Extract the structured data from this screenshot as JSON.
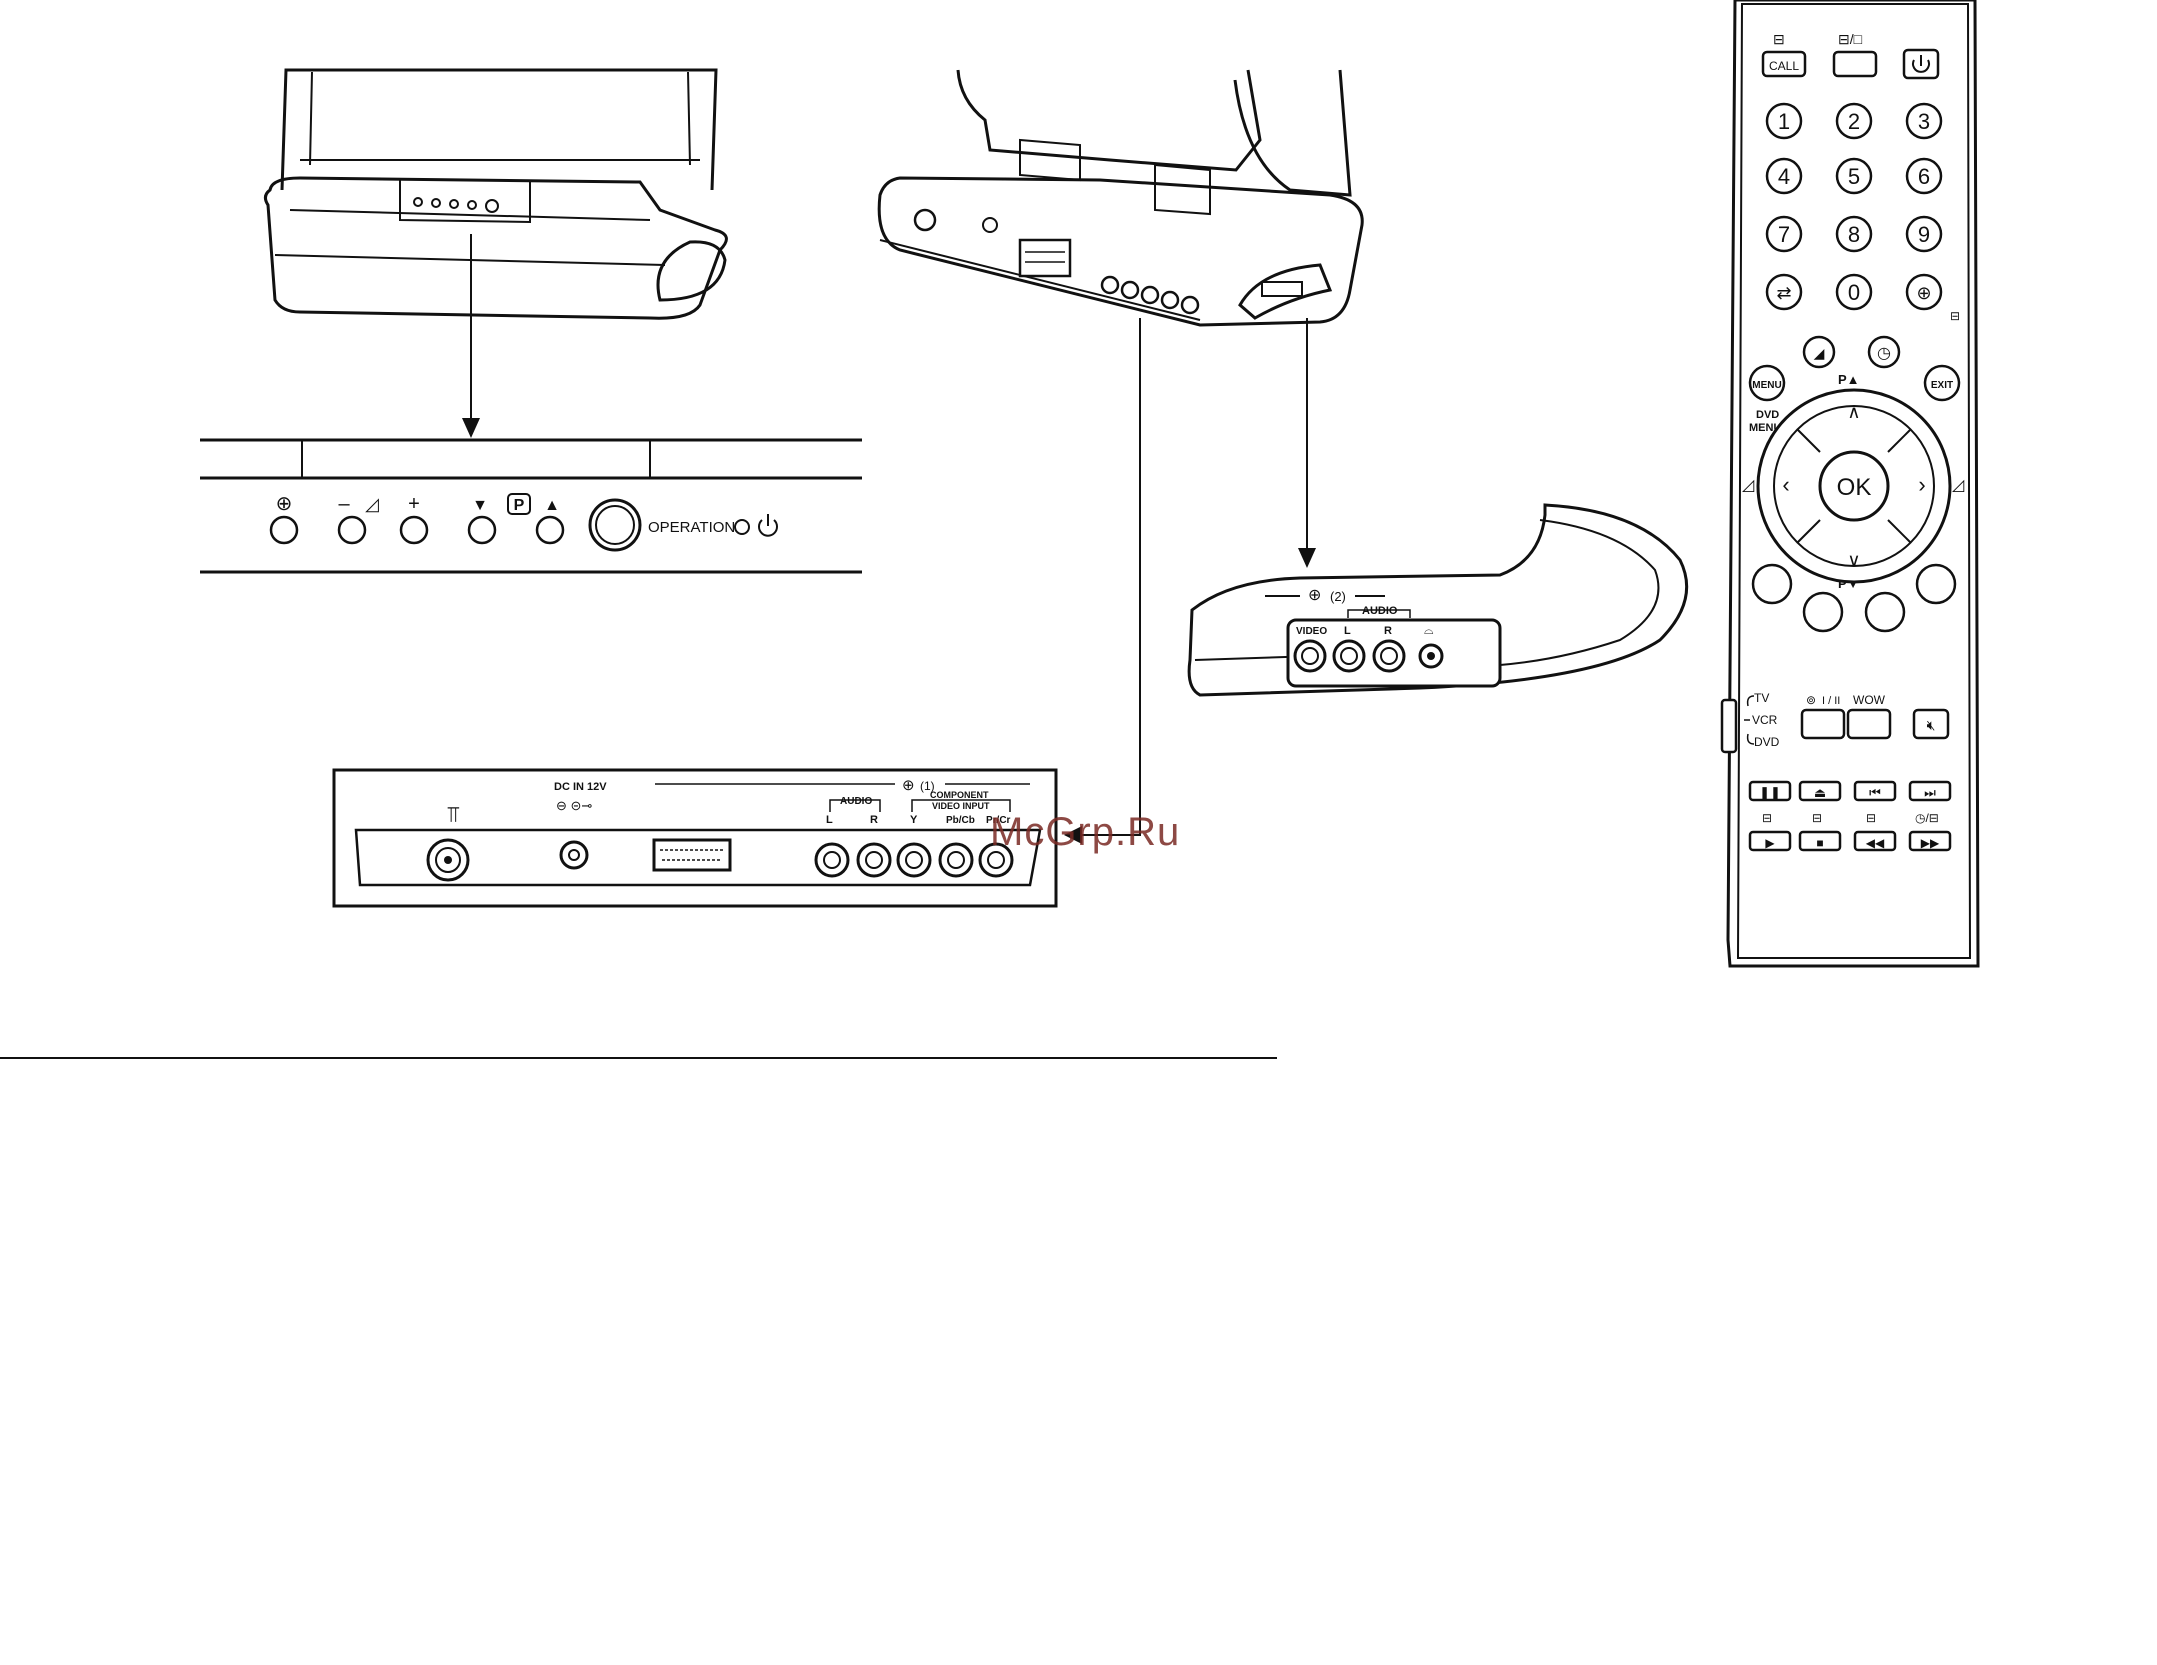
{
  "watermark": "McGrp.Ru",
  "front_panel": {
    "operation_label": "OPERATION",
    "buttons": [
      {
        "icon": "input-source-icon",
        "glyph": "⊕"
      },
      {
        "icon": "volume-down-icon",
        "glyph": "–"
      },
      {
        "icon": "volume-ramp-icon",
        "glyph": "◿"
      },
      {
        "icon": "volume-up-icon",
        "glyph": "+"
      },
      {
        "icon": "program-down-icon",
        "glyph": "▼"
      },
      {
        "icon": "program-P-icon",
        "glyph": "P"
      },
      {
        "icon": "program-up-icon",
        "glyph": "▲"
      }
    ]
  },
  "side_panel": {
    "input_label": "(2)",
    "audio_label": "AUDIO",
    "video_label": "VIDEO",
    "left_label": "L",
    "right_label": "R"
  },
  "rear_panel": {
    "dc_label": "DC IN 12V",
    "input_label": "(1)",
    "audio_label": "AUDIO",
    "component_label_1": "COMPONENT",
    "component_label_2": "VIDEO INPUT",
    "l_label": "L",
    "r_label": "R",
    "y_label": "Y",
    "pb_label": "Pb/Cb",
    "pr_label": "Pr/Cr"
  },
  "remote": {
    "call_label": "CALL",
    "digits": [
      "1",
      "2",
      "3",
      "4",
      "5",
      "6",
      "7",
      "8",
      "9",
      "0"
    ],
    "menu_label": "MENU",
    "exit_label": "EXIT",
    "dvd_menu_label_1": "DVD",
    "dvd_menu_label_2": "MENU",
    "ok_label": "OK",
    "p_up_label": "P▲",
    "p_down_label": "P▼",
    "tv_label": "TV",
    "vcr_label": "VCR",
    "dvd_label": "DVD",
    "wow_label": "WOW",
    "stereo_label": "I / II"
  }
}
